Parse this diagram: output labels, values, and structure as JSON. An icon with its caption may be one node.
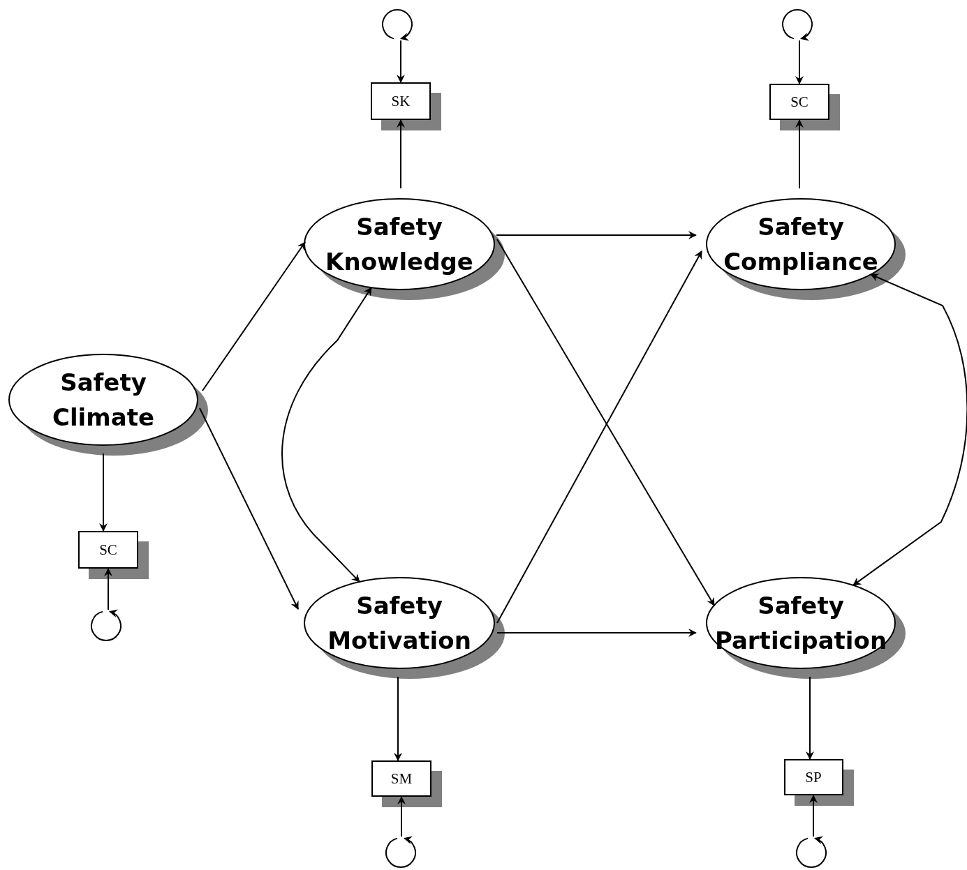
{
  "diagram": {
    "nodes": [
      {
        "text": [
          "Safety Climate"
        ]
      },
      {
        "text": [
          "Safety Knowledge"
        ]
      },
      {
        "text": [
          "Safety Motivation"
        ]
      },
      {
        "text": [
          "Safety Compliance"
        ]
      },
      {
        "text": [
          "Safety Participation"
        ]
      },
      {
        "text": [
          "SK"
        ]
      },
      {
        "text": [
          "SC"
        ]
      },
      {
        "text": [
          "SC"
        ]
      },
      {
        "text": [
          "SM"
        ]
      },
      {
        "text": [
          "SP"
        ]
      },
      {
        "text": [],
        "shape": "circle"
      },
      {
        "text": [],
        "shape": "circle"
      },
      {
        "text": [],
        "shape": "circle"
      },
      {
        "text": [],
        "shape": "circle"
      },
      {
        "text": [],
        "shape": "circle"
      }
    ],
    "edges": [
      {
        "from": 0,
        "to": 1,
        "arrow": "to"
      },
      {
        "from": 0,
        "to": 2,
        "arrow": "to"
      },
      {
        "from": 1,
        "to": 3,
        "arrow": "to"
      },
      {
        "from": 1,
        "to": 4,
        "arrow": "to"
      },
      {
        "from": 2,
        "to": 3,
        "arrow": "to"
      },
      {
        "from": 2,
        "to": 4,
        "arrow": "to"
      },
      {
        "from": 1,
        "to": 2,
        "arrow": "both"
      },
      {
        "from": 3,
        "to": 4,
        "arrow": "both"
      },
      {
        "from": 0,
        "to": 7,
        "arrow": "to"
      },
      {
        "from": 1,
        "to": 5,
        "arrow": "to"
      },
      {
        "from": 3,
        "to": 6,
        "arrow": "to"
      },
      {
        "from": 2,
        "to": 8,
        "arrow": "to"
      },
      {
        "from": 4,
        "to": 9,
        "arrow": "to"
      },
      {
        "from": 10,
        "to": 7,
        "arrow": "to"
      },
      {
        "from": 11,
        "to": 5,
        "arrow": "to"
      },
      {
        "from": 12,
        "to": 8,
        "arrow": "to"
      },
      {
        "from": 13,
        "to": 6,
        "arrow": "to"
      },
      {
        "from": 14,
        "to": 9,
        "arrow": "to"
      }
    ]
  }
}
